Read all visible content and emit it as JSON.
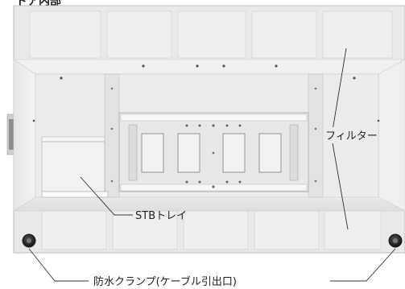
{
  "figure": {
    "top_heading": "ドア内部",
    "labels": {
      "filter": "フィルター",
      "stb_tray": "STBトレイ",
      "waterproof_clamp": "防水クランプ(ケーブル引出口)"
    }
  }
}
